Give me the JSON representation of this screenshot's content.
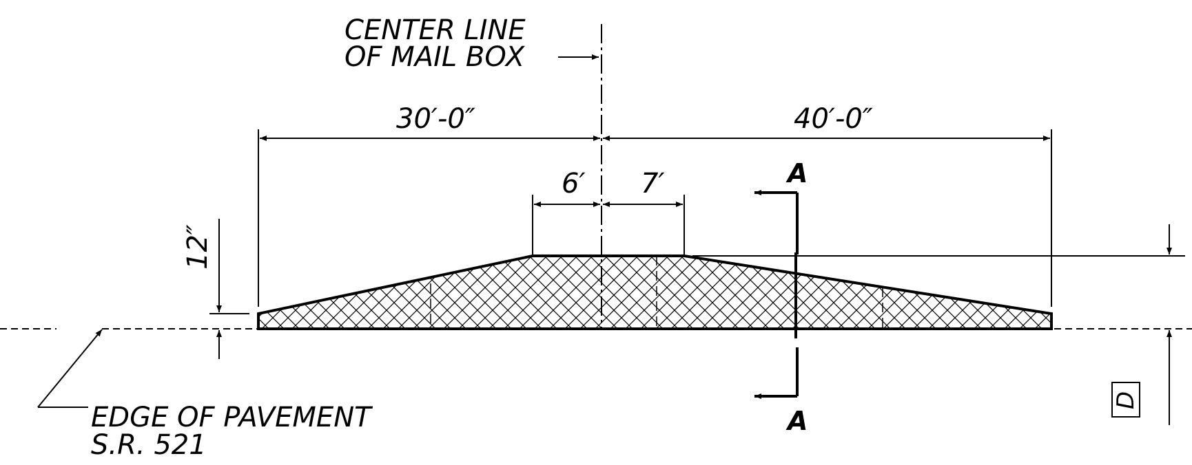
{
  "labels": {
    "center_line_1": "CENTER LINE",
    "center_line_2": "OF MAIL BOX",
    "edge_1": "EDGE OF PAVEMENT",
    "edge_2": "S.R. 521"
  },
  "dimensions": {
    "left_length": "30′-0″",
    "right_length": "40′-0″",
    "left_top": "6′",
    "right_top": "7′",
    "height": "12″"
  },
  "section": {
    "top": "A",
    "bottom": "A"
  },
  "detail_tag": "D"
}
